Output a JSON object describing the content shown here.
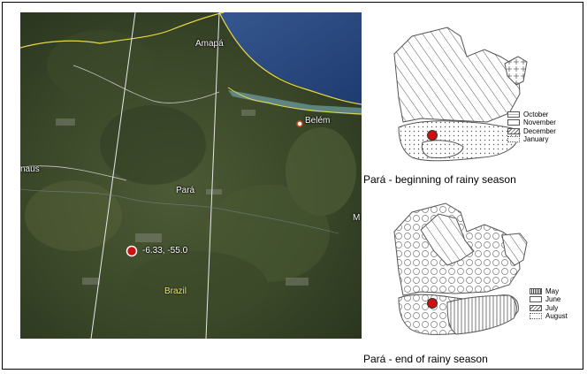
{
  "satellite_map": {
    "places": {
      "amapa": "Amapá",
      "belem": "Belém",
      "manaus": "naus",
      "para": "Pará",
      "brazil": "Brazil",
      "edge_m": "M"
    },
    "marker": {
      "coords": "-6.33, -55.0",
      "color": "#cc1111"
    }
  },
  "panels": {
    "beginning": {
      "caption": "Pará - beginning of rainy season",
      "legend": [
        "October",
        "November",
        "December",
        "January"
      ]
    },
    "end": {
      "caption": "Pará - end of rainy season",
      "legend": [
        "May",
        "June",
        "July",
        "August"
      ]
    }
  }
}
